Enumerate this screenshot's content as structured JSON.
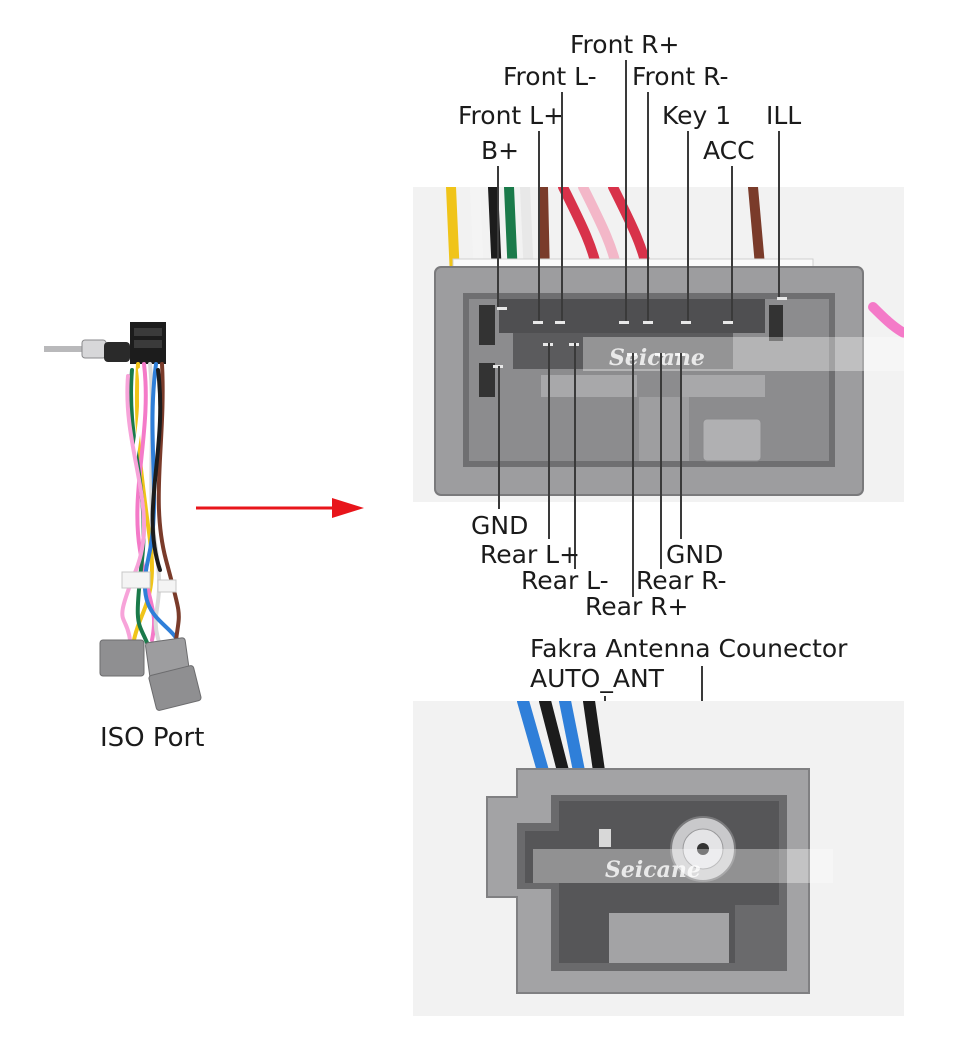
{
  "iso_port": {
    "label": "ISO Port"
  },
  "main_connector": {
    "watermark": "Seicane",
    "top_pins": [
      {
        "id": "front-r-plus",
        "label": "Front R+"
      },
      {
        "id": "front-l-minus",
        "label": "Front L-"
      },
      {
        "id": "front-r-minus",
        "label": "Front R-"
      },
      {
        "id": "front-l-plus",
        "label": "Front L+"
      },
      {
        "id": "key-1",
        "label": "Key 1"
      },
      {
        "id": "ill",
        "label": "ILL"
      },
      {
        "id": "b-plus",
        "label": "B+"
      },
      {
        "id": "acc",
        "label": "ACC"
      }
    ],
    "bottom_pins": [
      {
        "id": "gnd-left",
        "label": "GND"
      },
      {
        "id": "rear-l-plus",
        "label": "Rear L+"
      },
      {
        "id": "gnd-right",
        "label": "GND"
      },
      {
        "id": "rear-l-minus",
        "label": "Rear L-"
      },
      {
        "id": "rear-r-minus",
        "label": "Rear R-"
      },
      {
        "id": "rear-r-plus",
        "label": "Rear R+"
      }
    ]
  },
  "antenna_connector": {
    "watermark": "Seicane",
    "labels": [
      {
        "id": "fakra",
        "label": "Fakra Antenna Counector"
      },
      {
        "id": "auto-ant",
        "label": "AUTO_ANT"
      }
    ]
  },
  "colors": {
    "arrow": "#e8151b",
    "connector_gray": "#9d9d9f",
    "connector_dark": "#6f6f71",
    "cavity": "#8c8c8e",
    "wire_yellow": "#f0c419",
    "wire_pink": "#f47ac8",
    "wire_blue": "#2f7fd9",
    "wire_green": "#1a7a4a",
    "wire_brown": "#7a3b2a",
    "wire_red": "#d8324a"
  }
}
